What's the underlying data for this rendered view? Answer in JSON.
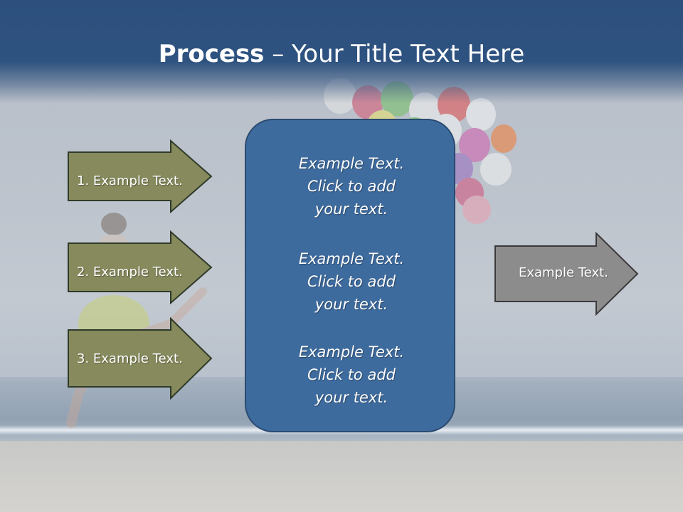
{
  "slide": {
    "title_bold": "Process",
    "title_rest": " – Your Title Text Here",
    "steps": [
      {
        "label": "1. Example Text."
      },
      {
        "label": "2. Example Text."
      },
      {
        "label": "3. Example Text."
      }
    ],
    "panel": [
      {
        "line1": "Example Text.",
        "line2": "Click  to add",
        "line3": "your text."
      },
      {
        "line1": "Example Text.",
        "line2": "Click  to add",
        "line3": "your text."
      },
      {
        "line1": "Example Text.",
        "line2": "Click  to add",
        "line3": "your text."
      }
    ],
    "output": {
      "label": "Example Text."
    }
  },
  "colors": {
    "header": "#2c4f7d",
    "step_arrow": "#868a5c",
    "panel": "#3e6b9e",
    "output_arrow": "#8c8c8c"
  }
}
